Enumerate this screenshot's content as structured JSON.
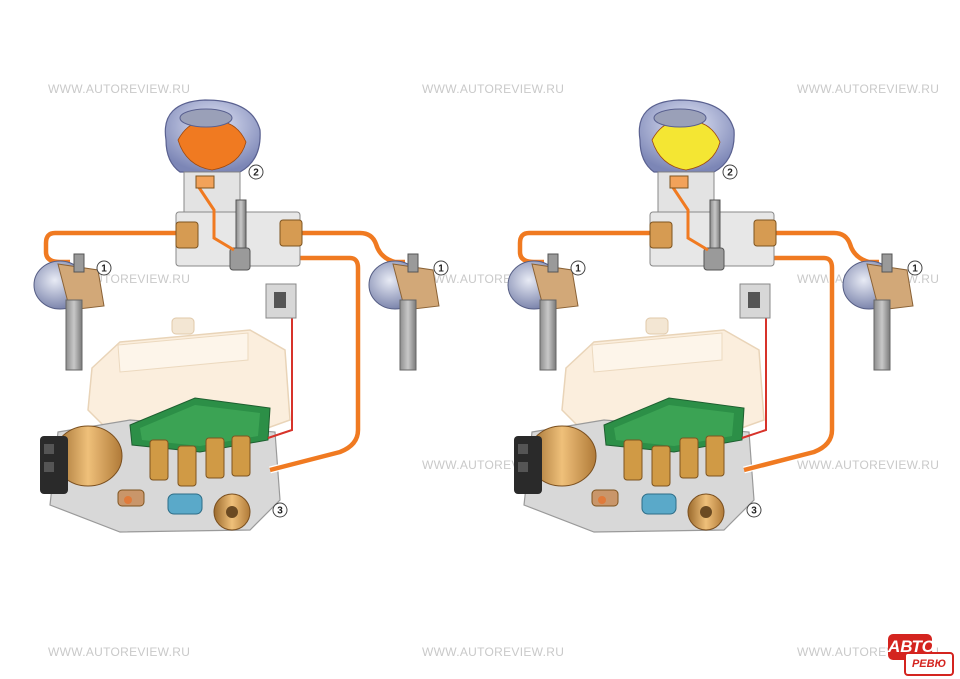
{
  "watermarks": {
    "top_left": "WWW.AUTOREVIEW.RU",
    "top_center": "WWW.AUTOREVIEW.RU",
    "top_right": "WWW.AUTOREVIEW.RU",
    "mid_left": "WWW.AUTOREVIEW.RU",
    "mid_center": "WWW.AUTOREVIEW.RU",
    "mid_right": "WWW.AUTOREVIEW.RU",
    "low_center": "WWW.AUTOREVIEW.RU",
    "low_right": "WWW.AUTOREVIEW.RU",
    "bottom_left": "WWW.AUTOREVIEW.RU",
    "bottom_center": "WWW.AUTOREVIEW.RU",
    "bottom_right": "WWW.AUTOREVIEW.RU"
  },
  "left_diagram": {
    "fluid_color": "#f07a21",
    "labels": {
      "wheel_left": "1",
      "wheel_right": "1",
      "master_cylinder": "2",
      "hydraulic_unit": "3"
    }
  },
  "right_diagram": {
    "fluid_color": "#f07a21",
    "reservoir_color": "#f4e633",
    "labels": {
      "wheel_left": "1",
      "wheel_right": "1",
      "master_cylinder": "2",
      "hydraulic_unit": "3"
    }
  },
  "logo": {
    "top_text": "АВТО",
    "bottom_text": "РЕВЮ"
  }
}
